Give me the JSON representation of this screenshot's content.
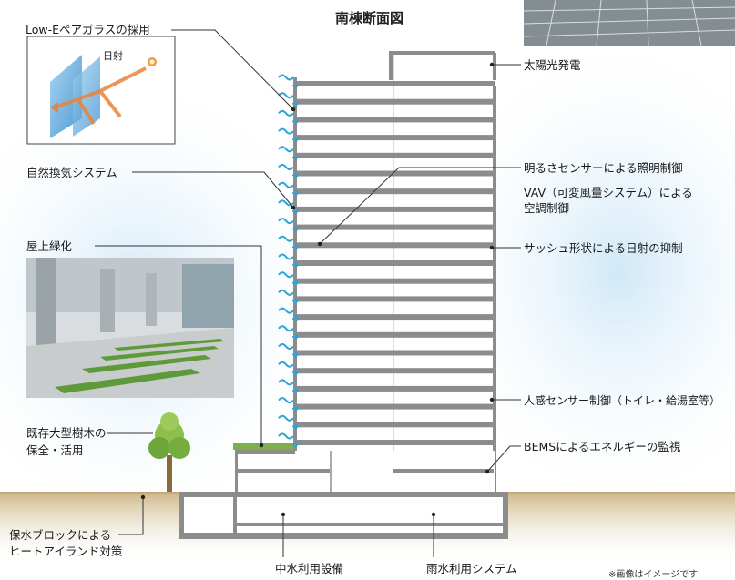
{
  "title": "南棟断面図",
  "labels": {
    "lowe_glass": "Low-Eペアガラスの採用",
    "sunlight": "日射",
    "natural_vent": "自然換気システム",
    "roof_green": "屋上緑化",
    "tree_1": "既存大型樹木の",
    "tree_2": "保全・活用",
    "water_block_1": "保水ブロックによる",
    "water_block_2": "ヒートアイランド対策",
    "solar": "太陽光発電",
    "brightness_sensor": "明るさセンサーによる照明制御",
    "vav_1": "VAV（可変風量システム）による",
    "vav_2": "空調制御",
    "sash": "サッシュ形状による日射の抑制",
    "human_sensor": "人感センサー制御（トイレ・給湯室等）",
    "bems": "BEMSによるエネルギーの監視",
    "middle_water": "中水利用設備",
    "rain_water": "雨水利用システム",
    "note": "※画像はイメージです"
  },
  "colors": {
    "floor_slab": "#8c8c8c",
    "sky_glow": "#cfe8f7",
    "ground": "#d8c49a",
    "airflow": "#2ea3d8",
    "grass": "#7db04a"
  }
}
